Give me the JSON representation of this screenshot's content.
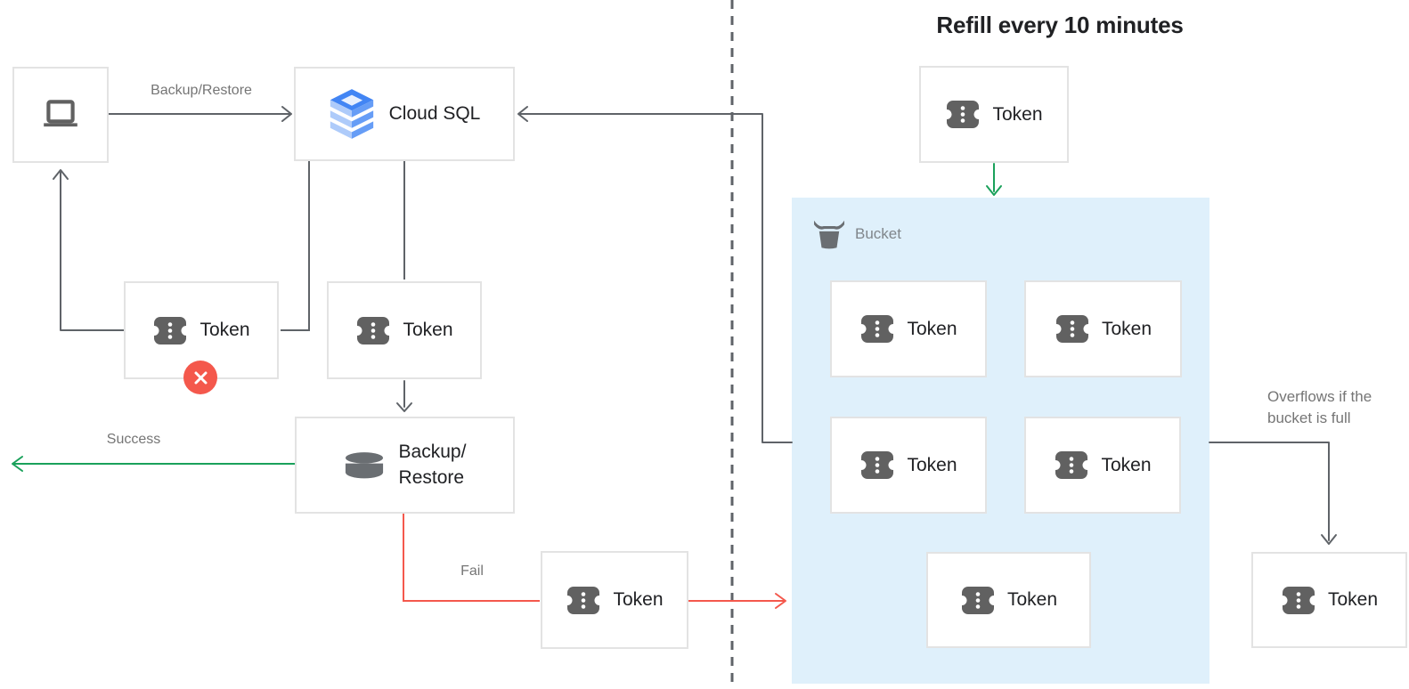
{
  "title": "Refill every 10 minutes",
  "colors": {
    "line_gray": "#5F6368",
    "label_gray": "#757575",
    "bucket_label_gray": "#80868B",
    "border_gray": "#E3E3E3",
    "text_dark": "#202124",
    "accent_green": "#1AA15B",
    "accent_red": "#F4584C",
    "bucket_fill": "#DFF0FB"
  },
  "left": {
    "client": {
      "icon": "laptop-icon"
    },
    "cloud_sql": {
      "icon": "cloud-sql-icon",
      "label": "Cloud SQL"
    },
    "edge_labels": {
      "backup_restore": "Backup/Restore",
      "success": "Success",
      "fail": "Fail"
    },
    "rejected_token": {
      "icon": "token-icon",
      "label": "Token",
      "badge": "error-x-icon"
    },
    "pending_token": {
      "icon": "token-icon",
      "label": "Token"
    },
    "backup_restore": {
      "icon": "database-icon",
      "label_line1": "Backup/",
      "label_line2": "Restore"
    },
    "failed_token": {
      "icon": "token-icon",
      "label": "Token"
    }
  },
  "right": {
    "refill_token": {
      "icon": "token-icon",
      "label": "Token"
    },
    "bucket": {
      "icon": "bucket-icon",
      "label": "Bucket",
      "tokens": [
        {
          "icon": "token-icon",
          "label": "Token"
        },
        {
          "icon": "token-icon",
          "label": "Token"
        },
        {
          "icon": "token-icon",
          "label": "Token"
        },
        {
          "icon": "token-icon",
          "label": "Token"
        },
        {
          "icon": "token-icon",
          "label": "Token"
        }
      ]
    },
    "overflow_label_line1": "Overflows if the",
    "overflow_label_line2": "bucket is full",
    "overflow_token": {
      "icon": "token-icon",
      "label": "Token"
    }
  }
}
